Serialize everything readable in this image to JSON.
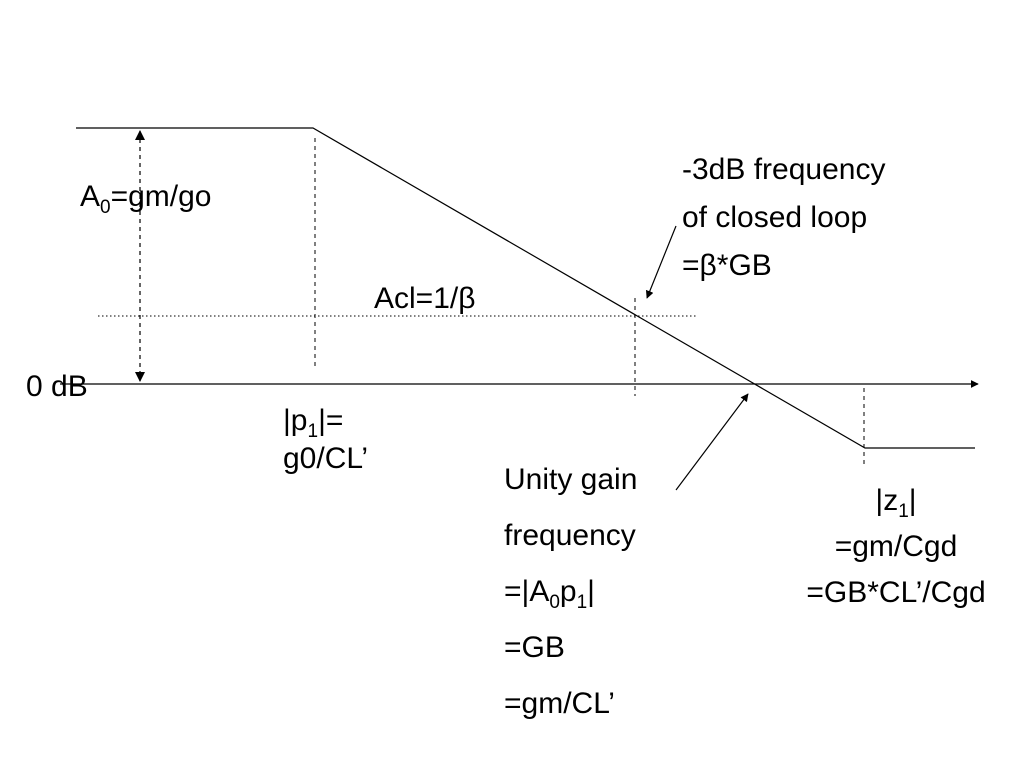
{
  "colors": {
    "background": "#ffffff",
    "ink": "#000000"
  },
  "labels": {
    "open_loop_gain": {
      "prefix": "A",
      "sub": "0",
      "suffix": "=gm/go"
    },
    "closed_loop_gain": {
      "text": "Acl=1/β"
    },
    "zero_db": {
      "text": "0 dB"
    },
    "pole_p1": {
      "line1_prefix": "|p",
      "line1_sub": "1",
      "line1_suffix": "|=",
      "line2": "g0/CL’"
    },
    "unity_gain": {
      "line1": "Unity gain",
      "line2": "frequency",
      "line3_prefix": "=|A",
      "line3_sub1": "0",
      "line3_mid": "p",
      "line3_sub2": "1",
      "line3_suffix": "|",
      "line4": "=GB",
      "line5": "=gm/CL’"
    },
    "minus3db": {
      "line1": "-3dB frequency",
      "line2": "of closed loop",
      "line3": "=β*GB"
    },
    "zero_z1": {
      "line1_prefix": "|z",
      "line1_sub": "1",
      "line1_suffix": "|",
      "line2": "=gm/Cgd",
      "line3": "=GB*CL’/Cgd"
    }
  }
}
